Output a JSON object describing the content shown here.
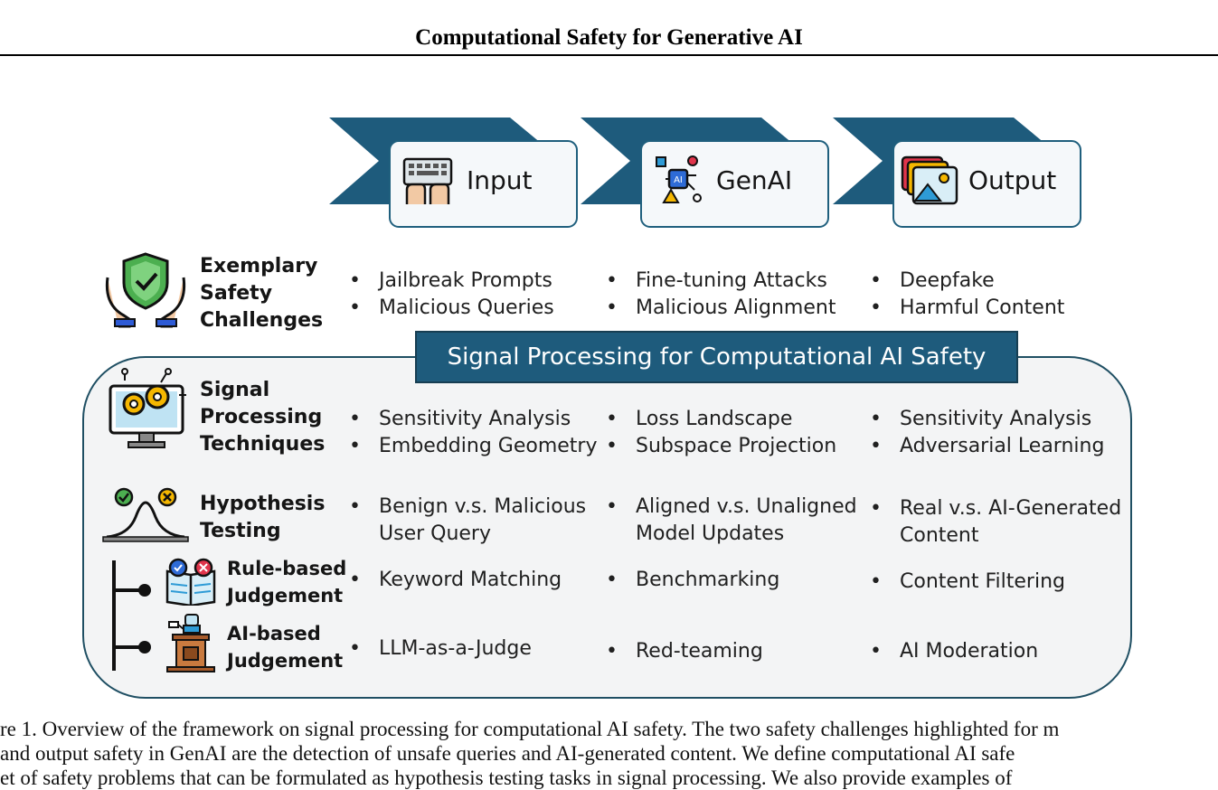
{
  "header": {
    "title": "Computational Safety for Generative AI"
  },
  "stages": [
    {
      "label": "Input",
      "icon": "keyboard-icon"
    },
    {
      "label": "GenAI",
      "icon": "ai-chip-icon"
    },
    {
      "label": "Output",
      "icon": "image-stack-icon"
    }
  ],
  "challenges": {
    "label": [
      "Exemplary",
      "Safety",
      "Challenges"
    ],
    "icon": "shield-hands-icon",
    "cols": [
      [
        "Jailbreak Prompts",
        "Malicious Queries"
      ],
      [
        "Fine-tuning Attacks",
        "Malicious Alignment"
      ],
      [
        "Deepfake",
        "Harmful Content"
      ]
    ]
  },
  "banner": {
    "text": "Signal Processing for Computational AI Safety"
  },
  "techniques": {
    "label": [
      "Signal",
      "Processing",
      "Techniques"
    ],
    "icon": "monitor-gears-icon",
    "cols": [
      [
        "Sensitivity Analysis",
        "Embedding Geometry"
      ],
      [
        "Loss Landscape",
        "Subspace Projection"
      ],
      [
        "Sensitivity Analysis",
        "Adversarial Learning"
      ]
    ]
  },
  "hypothesis": {
    "label": [
      "Hypothesis",
      "Testing"
    ],
    "icon": "bell-curve-icon",
    "cols": [
      [
        "Benign v.s. Malicious",
        "User Query"
      ],
      [
        "Aligned v.s. Unaligned",
        "Model Updates"
      ],
      [
        "Real v.s. AI-Generated",
        "Content"
      ]
    ]
  },
  "rule_based": {
    "label": [
      "Rule-based",
      "Judgement"
    ],
    "icon": "rulebook-icon",
    "cols": [
      "Keyword Matching",
      "Benchmarking",
      "Content Filtering"
    ]
  },
  "ai_based": {
    "label": [
      "AI-based",
      "Judgement"
    ],
    "icon": "robot-judge-icon",
    "cols": [
      "LLM-as-a-Judge",
      "Red-teaming",
      "AI Moderation"
    ]
  },
  "caption": {
    "lines": [
      "re 1. Overview of the framework on signal processing for computational AI safety. The two safety challenges highlighted for m",
      " and output safety in GenAI are the detection of unsafe queries and AI-generated content. We define computational AI safe",
      "et of safety problems that can be formulated as hypothesis testing tasks in signal processing. We also provide examples of"
    ]
  },
  "colors": {
    "accent": "#1e5b7c",
    "accent_dark": "#173e52",
    "panel": "#f3f4f5",
    "shield": "#4caf50",
    "warn": "#f5b700",
    "alert": "#e0344b"
  }
}
